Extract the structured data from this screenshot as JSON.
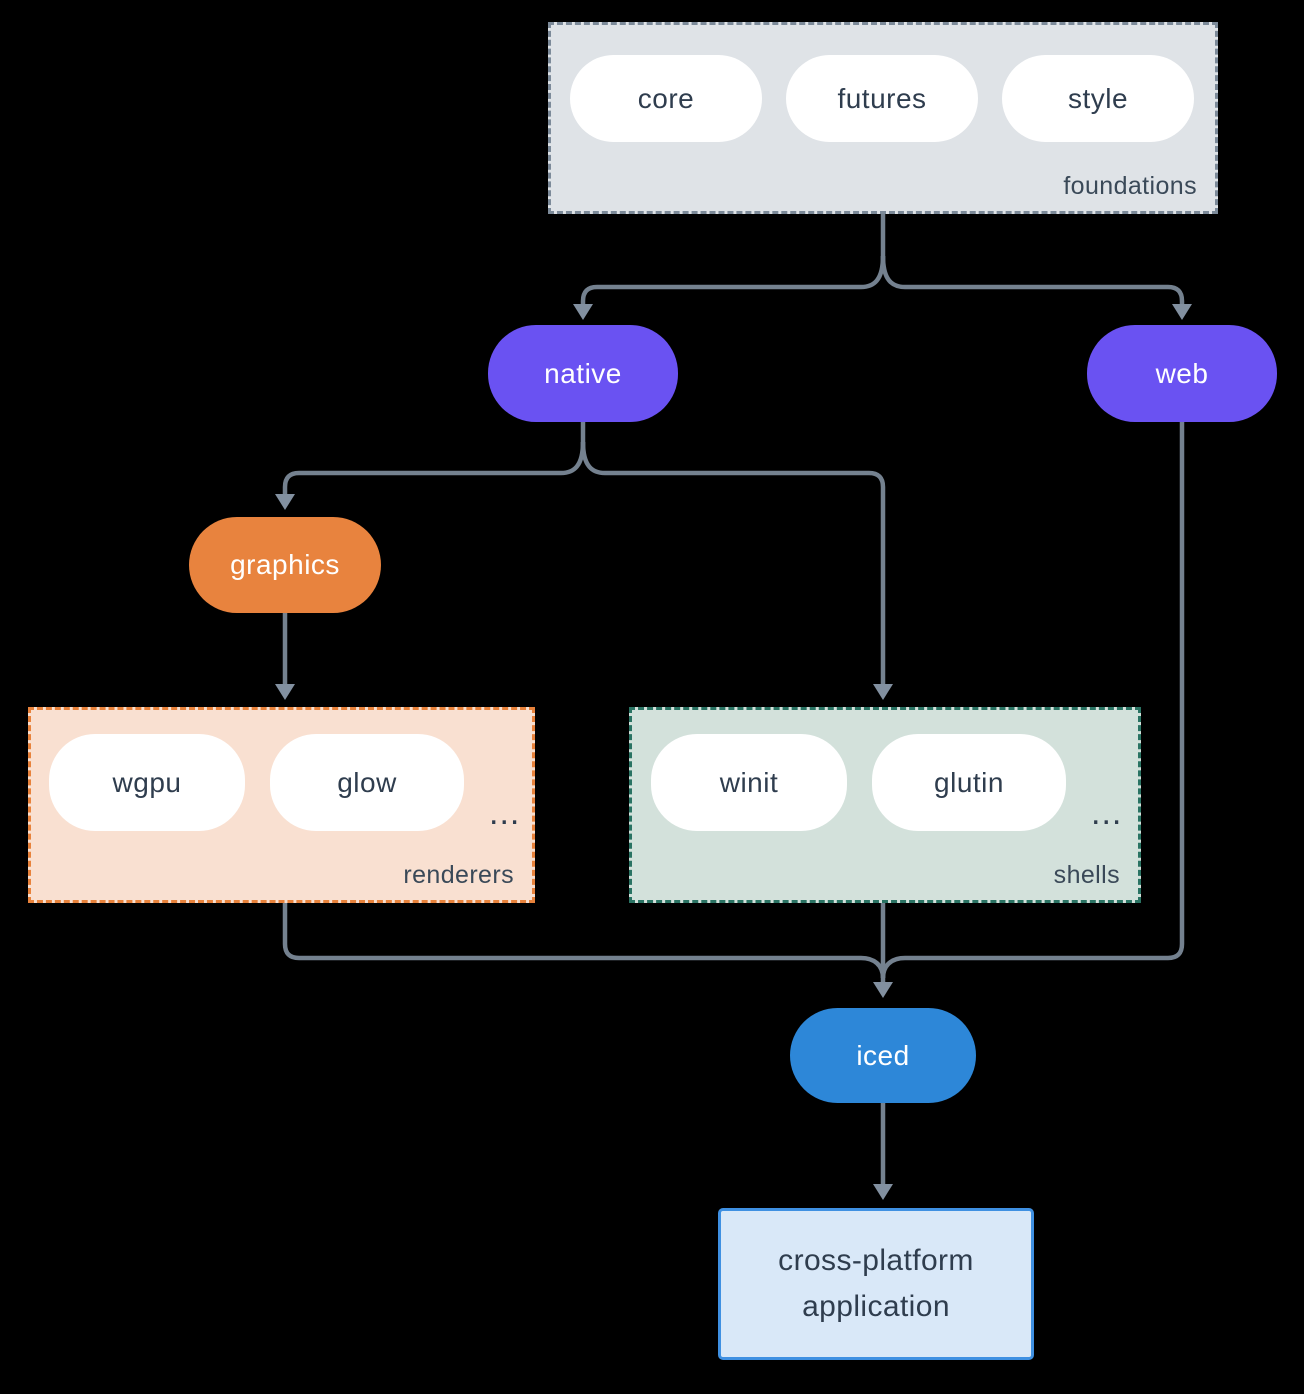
{
  "colors": {
    "background": "#000000",
    "line": "#74818F",
    "arrow": "#8290A0",
    "pill-text": "#2F3D4E",
    "label-text": "#3A4958",
    "white": "#FFFFFF",
    "purple": "#6A52F2",
    "orange": "#E8833E",
    "blue": "#2D87D8",
    "foundations-fill": "#DFE3E7",
    "foundations-border": "#7C8A99",
    "renderers-fill": "#F9E0D1",
    "renderers-border": "#E8823B",
    "shells-fill": "#D3E1DB",
    "shells-border": "#2A7363",
    "app-fill": "#D9E8F8",
    "app-border": "#3F90E2"
  },
  "foundations": {
    "label": "foundations",
    "pills": [
      "core",
      "futures",
      "style"
    ]
  },
  "nodes": {
    "native": "native",
    "web": "web",
    "graphics": "graphics",
    "iced": "iced"
  },
  "renderers": {
    "label": "renderers",
    "pills": [
      "wgpu",
      "glow"
    ],
    "more": "..."
  },
  "shells": {
    "label": "shells",
    "pills": [
      "winit",
      "glutin"
    ],
    "more": "..."
  },
  "app": {
    "line1": "cross-platform",
    "line2": "application"
  }
}
